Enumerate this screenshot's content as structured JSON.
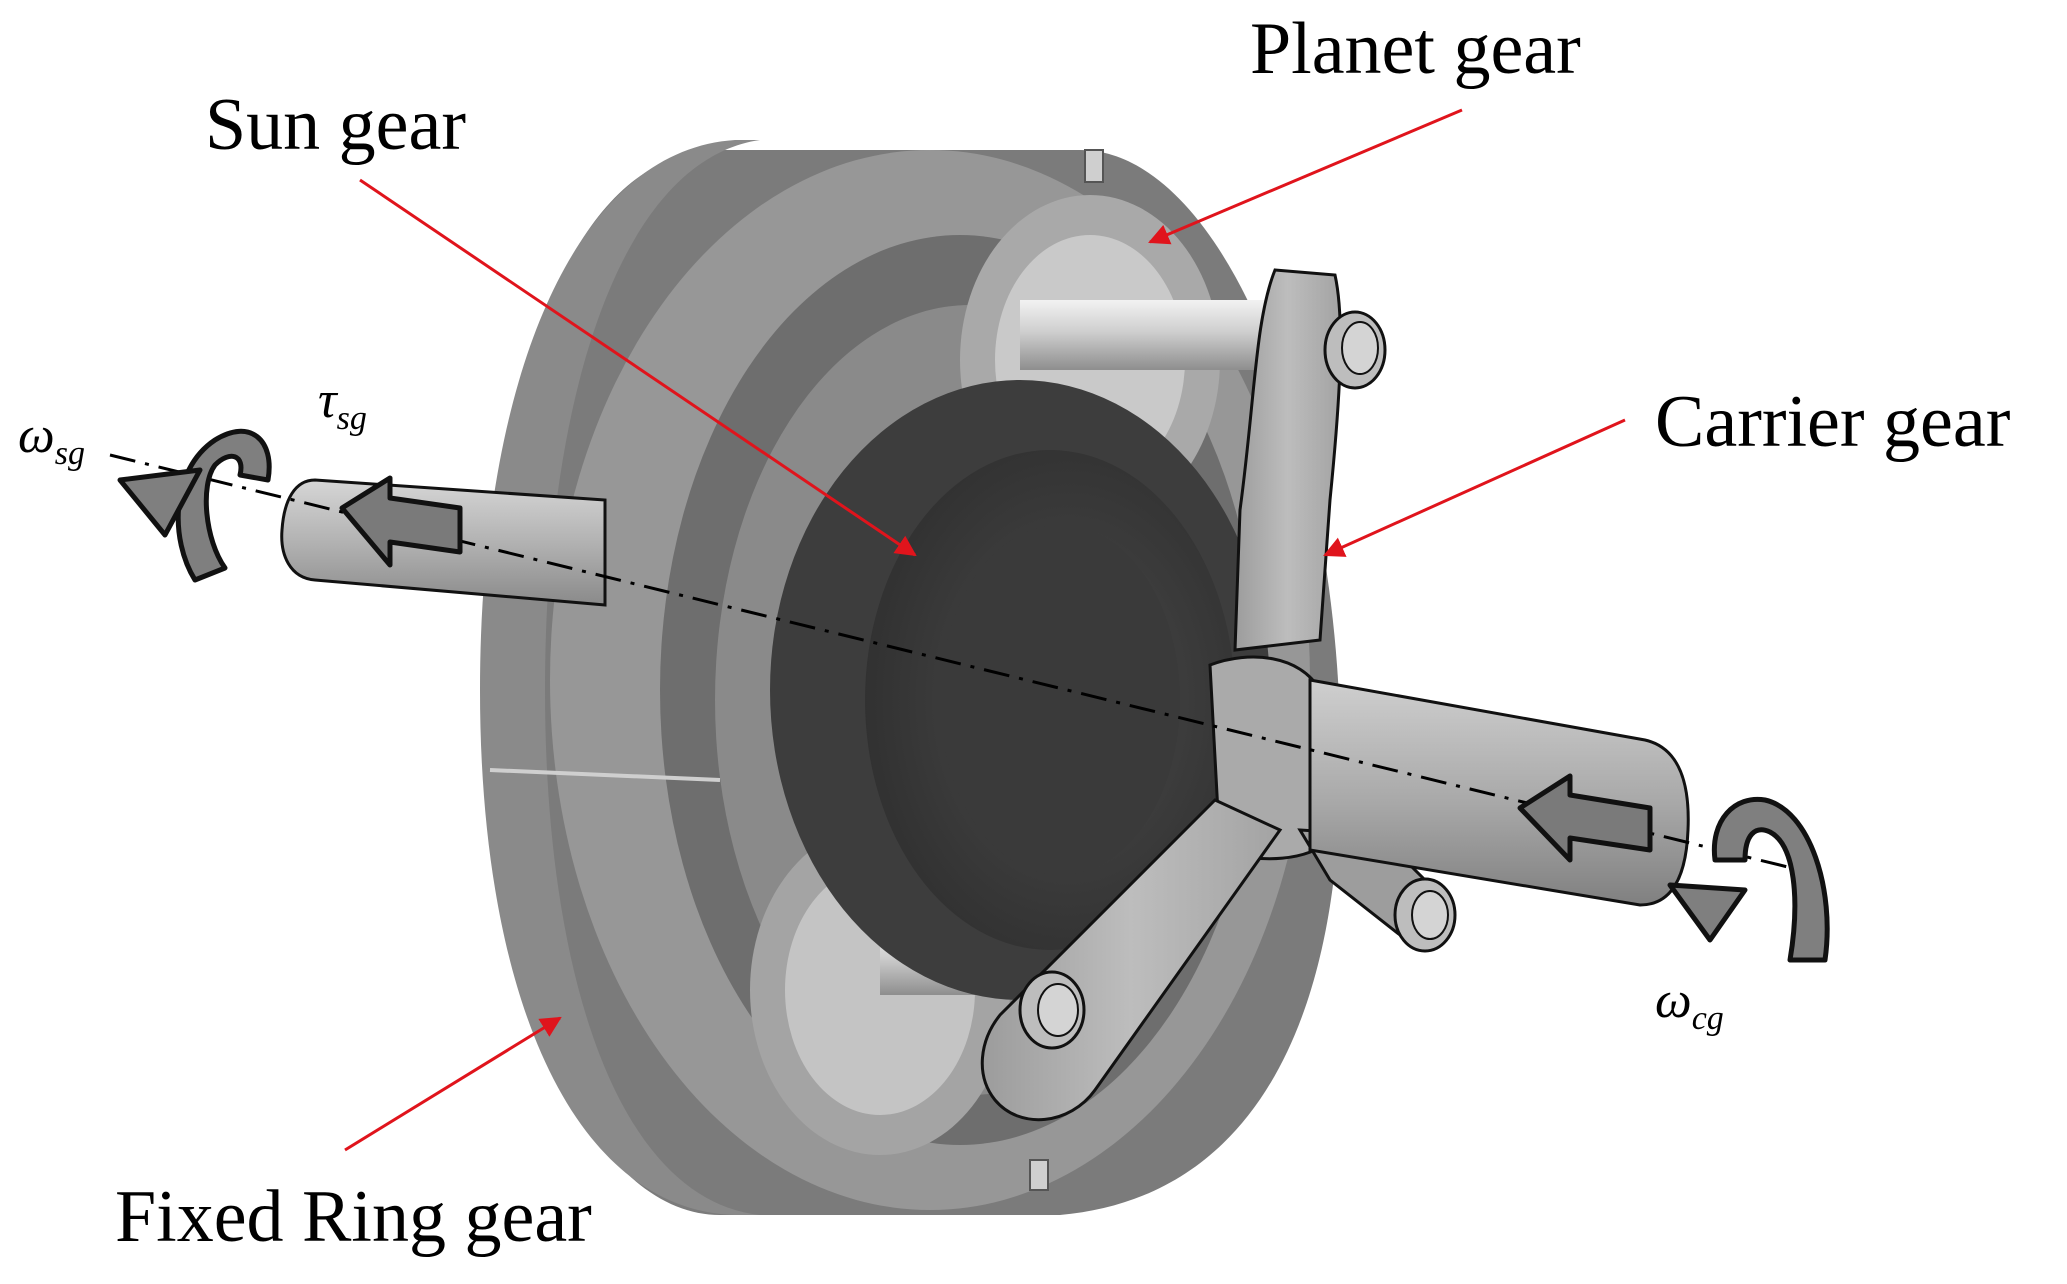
{
  "labels": {
    "planet": "Planet gear",
    "sun": "Sun gear",
    "carrier": "Carrier gear",
    "ring": "Fixed Ring gear"
  },
  "symbols": {
    "omega_sg": {
      "base": "ω",
      "sub": "sg"
    },
    "tau_sg": {
      "base": "τ",
      "sub": "sg"
    },
    "omega_cg": {
      "base": "ω",
      "sub": "cg"
    }
  },
  "colors": {
    "pointer_arrow": "#e0141c",
    "motion_arrow": "#7a7a7a",
    "axis_line": "#000000",
    "metal_dark": "#555555",
    "metal_mid": "#8f8f8f",
    "metal_light": "#b8b8b8"
  }
}
